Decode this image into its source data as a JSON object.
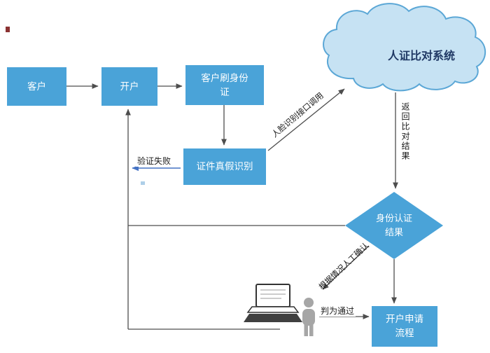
{
  "nodes": {
    "customer": "客户",
    "open_account": "开户",
    "swipe_id": "客户刷身份证",
    "id_check": "证件真假识别",
    "cloud": "人证比对系统",
    "auth_result": "身份认证结果",
    "apply_flow": "开户申请流程"
  },
  "edge_labels": {
    "face_api": "人脸识别接口调用",
    "return_result": "返回比对结果",
    "verify_fail": "验证失败",
    "manual_confirm": "根据情况人工确认",
    "pass": "判为通过"
  },
  "colors": {
    "node_fill": "#4aa3d8",
    "node_text": "#ffffff",
    "cloud_fill": "#c6e2f3",
    "cloud_border": "#5ba7d6",
    "cloud_text": "#1f3864",
    "connector": "#4d4d4d",
    "fail_arrow": "#4472c4",
    "person": "#a6a6a6"
  }
}
